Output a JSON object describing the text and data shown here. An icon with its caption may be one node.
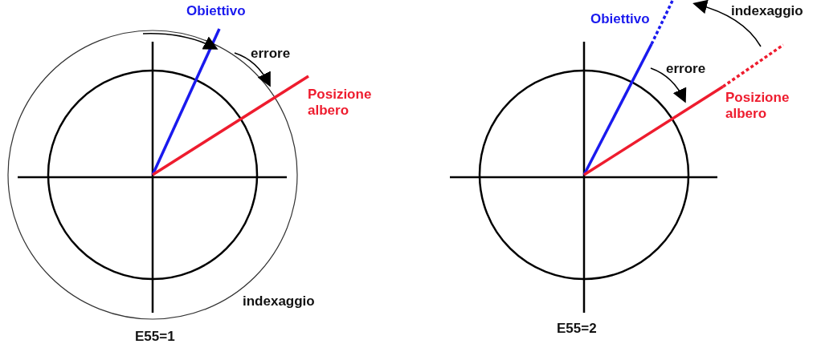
{
  "diagram": {
    "labels": [
      "Obiettivo",
      "errore",
      "Posizione albero",
      "indexaggio",
      "E55=1",
      "Obiettivo",
      "indexaggio",
      "errore",
      "Posizione albero",
      "E55=2"
    ]
  }
}
